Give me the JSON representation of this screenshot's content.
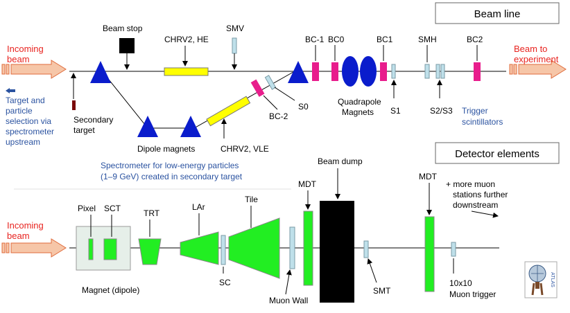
{
  "section_titles": {
    "beam_line": "Beam line",
    "detector": "Detector elements"
  },
  "beam_line": {
    "incoming": [
      "Incoming",
      "beam"
    ],
    "to_experiment": [
      "Beam to",
      "experiment"
    ],
    "target_note": [
      "Target and",
      "particle",
      "selection via",
      "spectrometer",
      "upstream"
    ],
    "secondary_target": [
      "Secondary",
      "target"
    ],
    "beam_stop": "Beam stop",
    "chrv2_he": "CHRV2, HE",
    "smv": "SMV",
    "dipole": "Dipole magnets",
    "chrv2_vle": "CHRV2, VLE",
    "bc_minus2": "BC-2",
    "s0": "S0",
    "bc_minus1": "BC-1",
    "bc0": "BC0",
    "bc1": "BC1",
    "smh": "SMH",
    "bc2": "BC2",
    "quadrupole": [
      "Quadrapole",
      "Magnets"
    ],
    "s1": "S1",
    "s2s3": "S2/S3",
    "trigger": [
      "Trigger",
      "scintillators"
    ],
    "spectrometer": [
      "Spectrometer for low-energy particles",
      "(1–9 GeV) created in secondary target"
    ]
  },
  "detector": {
    "incoming": [
      "Incoming",
      "beam"
    ],
    "pixel": "Pixel",
    "sct": "SCT",
    "trt": "TRT",
    "lar": "LAr",
    "tile": "Tile",
    "sc": "SC",
    "magnet": "Magnet (dipole)",
    "muon_wall": "Muon Wall",
    "mdt1": "MDT",
    "beam_dump": "Beam dump",
    "smt": "SMT",
    "mdt2": "MDT",
    "more_muon": [
      "+ more muon",
      "stations further",
      "downstream"
    ],
    "muon_trigger": [
      "10x10",
      "Muon trigger"
    ]
  },
  "logo": "ATLAS",
  "colors": {
    "magnet_blue": "#0a1ccc",
    "counter_pink": "#e81d8c",
    "cherenkov_yellow": "#ffff00",
    "scint_lightblue": "#bfe0ea",
    "calo_green": "#22ee22",
    "beam_arrow": "#f6c6a8",
    "label_blue": "#2a52a0",
    "label_red": "#e8231f"
  }
}
